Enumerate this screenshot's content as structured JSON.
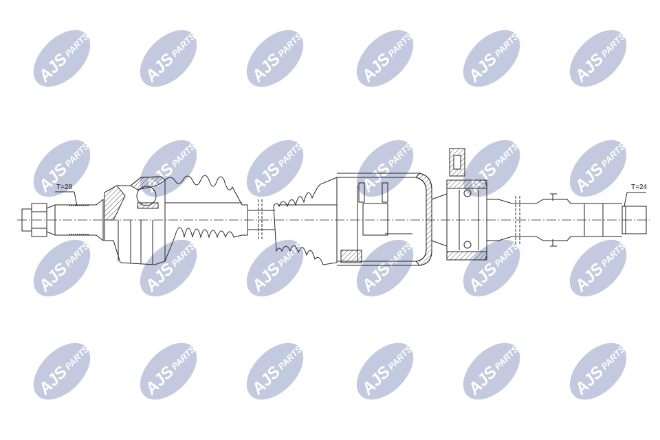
{
  "watermark": {
    "brand": "AJS",
    "suffix": "PARTS",
    "color": "#c3cadf"
  },
  "labels": {
    "left_spline": "T=28",
    "right_spline": "T=24"
  },
  "colors": {
    "line": "#222222",
    "centerline": "#444444"
  }
}
